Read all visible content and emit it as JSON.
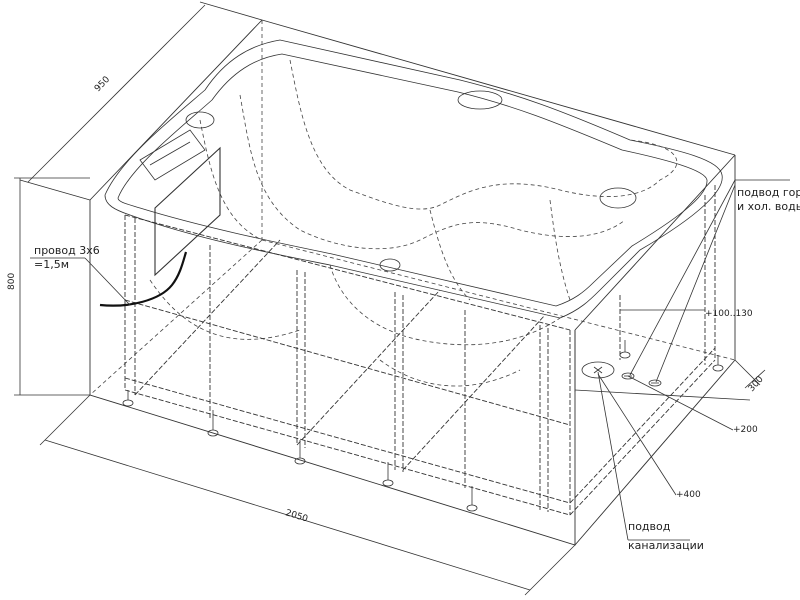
{
  "dimensions": {
    "length": "2050",
    "width": "950",
    "height": "800",
    "offset_200": "+200",
    "offset_400": "+400",
    "offset_100_130": "+100..130",
    "offset_300": "300"
  },
  "labels": {
    "cable_line1": "провод 3х6",
    "cable_line2": "=1,5м",
    "water_line1": "подвод гор.",
    "water_line2": "и хол. воды",
    "drain_line1": "подвод",
    "drain_line2": "канализации"
  }
}
